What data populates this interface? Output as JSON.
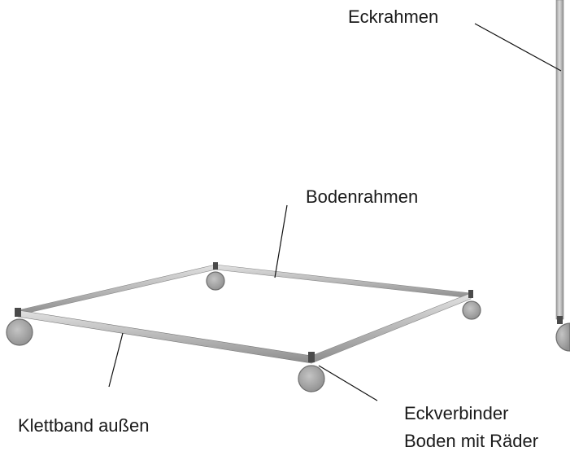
{
  "labels": {
    "eckrahmen": "Eckrahmen",
    "bodenrahmen": "Bodenrahmen",
    "klettband": "Klettband außen",
    "eckverbinder_line1": "Eckverbinder",
    "eckverbinder_line2": "Boden mit Räder"
  },
  "colors": {
    "bar_light": "#d4d4d4",
    "bar_mid": "#b0b0b0",
    "bar_dark": "#8a8a8a",
    "wheel": "#a8a8a8",
    "wheel_edge": "#6e6e6e",
    "connector": "#4a4a4a",
    "leader_line": "#111111"
  }
}
